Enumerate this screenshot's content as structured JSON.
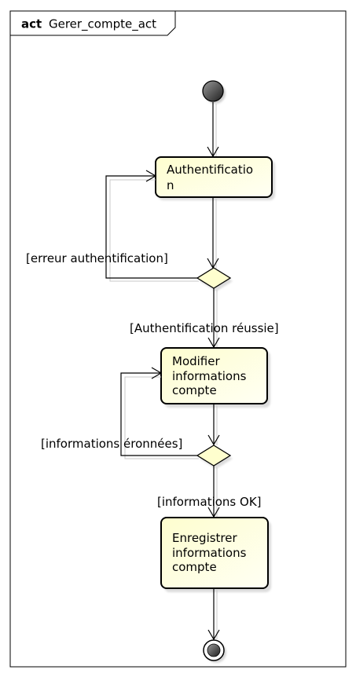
{
  "frame": {
    "keyword": "act",
    "name": "Gerer_compte_act"
  },
  "actions": [
    {
      "id": "auth",
      "lines": [
        "Authentificatio",
        "n"
      ]
    },
    {
      "id": "modify",
      "lines": [
        "Modifier",
        "informations",
        "compte"
      ]
    },
    {
      "id": "save",
      "lines": [
        "Enregistrer",
        "informations",
        "compte"
      ]
    }
  ],
  "guards": {
    "auth_error": "[erreur authentification]",
    "auth_success": "[Authentification réussie]",
    "info_wrong": "[informations éronnées]",
    "info_ok": "[informations OK]"
  },
  "colors": {
    "action_fill": "#FEFECE",
    "action_fill_light": "#FFFFE8",
    "decision_fill": "#FEFECE",
    "stroke": "#000000",
    "shadow": "#C8C8C8"
  }
}
